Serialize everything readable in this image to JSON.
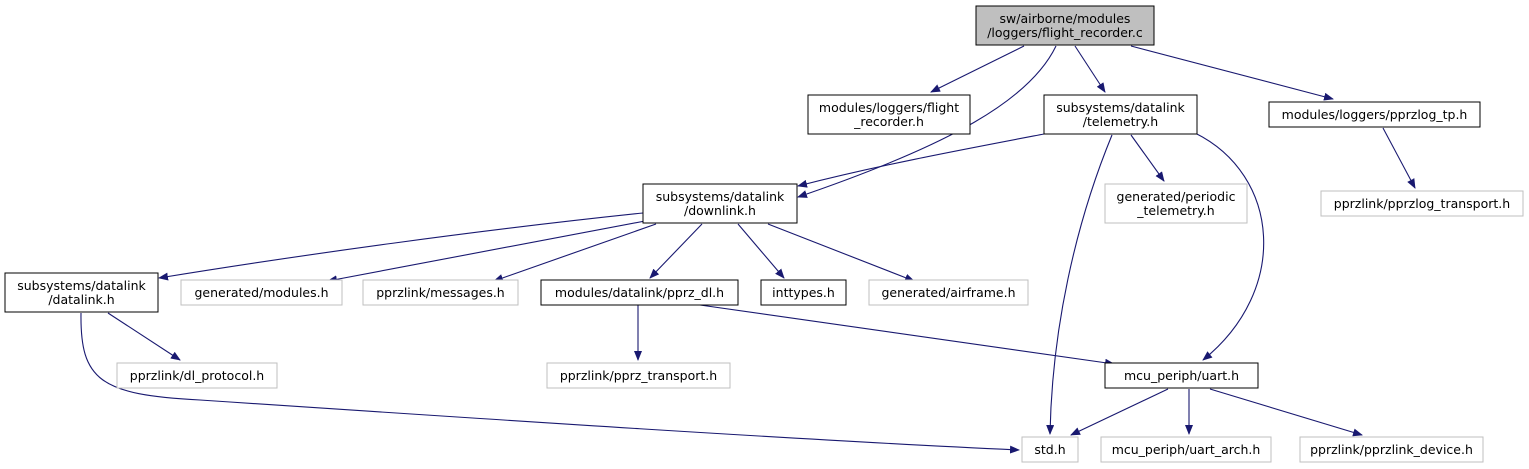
{
  "colors": {
    "edge": "#191970",
    "root_fill": "#bfbfbf",
    "root_stroke": "#000000",
    "documented_stroke": "#000000",
    "undocumented_stroke": "#bfbfbf",
    "fill": "#ffffff",
    "text": "#000000"
  },
  "nodes": [
    {
      "id": "n_root",
      "kind": "root",
      "lines": [
        "sw/airborne/modules",
        "/loggers/flight_recorder.c"
      ]
    },
    {
      "id": "n_fr_h",
      "kind": "documented",
      "lines": [
        "modules/loggers/flight",
        "_recorder.h"
      ]
    },
    {
      "id": "n_telemetry",
      "kind": "documented",
      "lines": [
        "subsystems/datalink",
        "/telemetry.h"
      ]
    },
    {
      "id": "n_pprzlog_tp",
      "kind": "documented",
      "lines": [
        "modules/loggers/pprzlog_tp.h"
      ]
    },
    {
      "id": "n_downlink",
      "kind": "documented",
      "lines": [
        "subsystems/datalink",
        "/downlink.h"
      ]
    },
    {
      "id": "n_periodic",
      "kind": "undocumented",
      "lines": [
        "generated/periodic",
        "_telemetry.h"
      ]
    },
    {
      "id": "n_pprzlog_transport",
      "kind": "undocumented",
      "lines": [
        "pprzlink/pprzlog_transport.h"
      ]
    },
    {
      "id": "n_datalink",
      "kind": "documented",
      "lines": [
        "subsystems/datalink",
        "/datalink.h"
      ]
    },
    {
      "id": "n_gen_modules",
      "kind": "undocumented",
      "lines": [
        "generated/modules.h"
      ]
    },
    {
      "id": "n_messages",
      "kind": "undocumented",
      "lines": [
        "pprzlink/messages.h"
      ]
    },
    {
      "id": "n_pprz_dl",
      "kind": "documented",
      "lines": [
        "modules/datalink/pprz_dl.h"
      ]
    },
    {
      "id": "n_inttypes",
      "kind": "documented",
      "lines": [
        "inttypes.h"
      ]
    },
    {
      "id": "n_airframe",
      "kind": "undocumented",
      "lines": [
        "generated/airframe.h"
      ]
    },
    {
      "id": "n_dl_protocol",
      "kind": "undocumented",
      "lines": [
        "pprzlink/dl_protocol.h"
      ]
    },
    {
      "id": "n_pprz_transport",
      "kind": "undocumented",
      "lines": [
        "pprzlink/pprz_transport.h"
      ]
    },
    {
      "id": "n_uart",
      "kind": "documented",
      "lines": [
        "mcu_periph/uart.h"
      ]
    },
    {
      "id": "n_std",
      "kind": "undocumented",
      "lines": [
        "std.h"
      ]
    },
    {
      "id": "n_uart_arch",
      "kind": "undocumented",
      "lines": [
        "mcu_periph/uart_arch.h"
      ]
    },
    {
      "id": "n_pprzlink_device",
      "kind": "undocumented",
      "lines": [
        "pprzlink/pprzlink_device.h"
      ]
    }
  ],
  "edges": [
    {
      "from": "n_root",
      "to": "n_fr_h"
    },
    {
      "from": "n_root",
      "to": "n_telemetry"
    },
    {
      "from": "n_root",
      "to": "n_pprzlog_tp"
    },
    {
      "from": "n_root",
      "to": "n_downlink"
    },
    {
      "from": "n_telemetry",
      "to": "n_downlink"
    },
    {
      "from": "n_telemetry",
      "to": "n_periodic"
    },
    {
      "from": "n_telemetry",
      "to": "n_uart"
    },
    {
      "from": "n_telemetry",
      "to": "n_std"
    },
    {
      "from": "n_pprzlog_tp",
      "to": "n_pprzlog_transport"
    },
    {
      "from": "n_downlink",
      "to": "n_datalink"
    },
    {
      "from": "n_downlink",
      "to": "n_gen_modules"
    },
    {
      "from": "n_downlink",
      "to": "n_messages"
    },
    {
      "from": "n_downlink",
      "to": "n_pprz_dl"
    },
    {
      "from": "n_downlink",
      "to": "n_inttypes"
    },
    {
      "from": "n_downlink",
      "to": "n_airframe"
    },
    {
      "from": "n_datalink",
      "to": "n_dl_protocol"
    },
    {
      "from": "n_datalink",
      "to": "n_std"
    },
    {
      "from": "n_pprz_dl",
      "to": "n_pprz_transport"
    },
    {
      "from": "n_pprz_dl",
      "to": "n_uart"
    },
    {
      "from": "n_uart",
      "to": "n_std"
    },
    {
      "from": "n_uart",
      "to": "n_uart_arch"
    },
    {
      "from": "n_uart",
      "to": "n_pprzlink_device"
    }
  ]
}
